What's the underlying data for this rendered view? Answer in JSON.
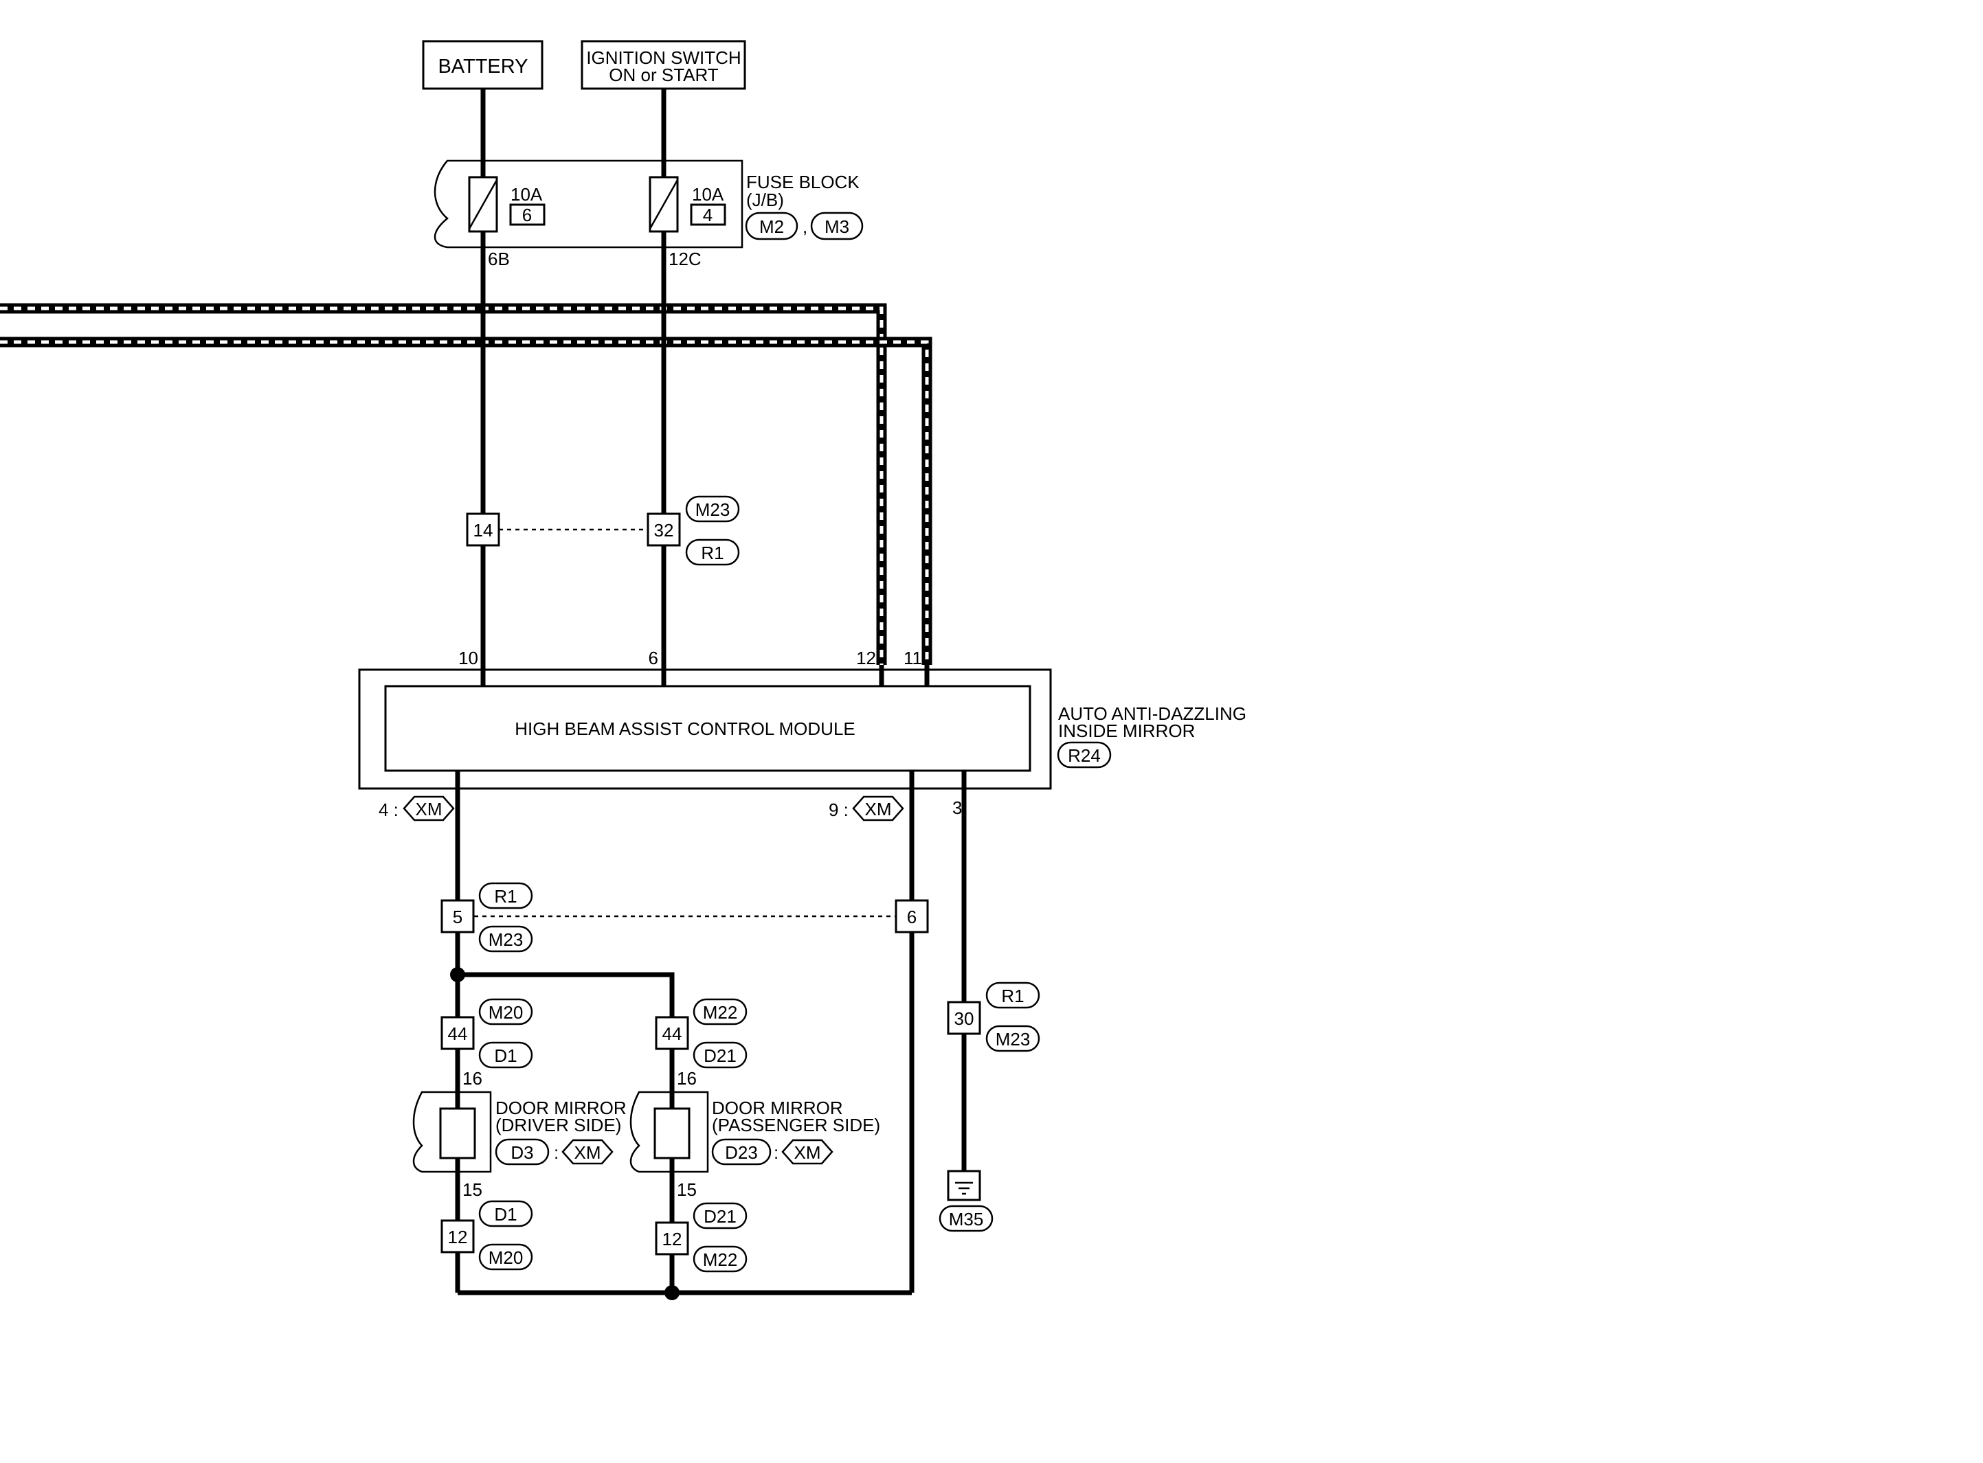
{
  "power": {
    "battery": "BATTERY",
    "ignition_line1": "IGNITION SWITCH",
    "ignition_line2": "ON or START"
  },
  "fuse_block": {
    "title": "FUSE BLOCK",
    "sub": "(J/B)",
    "fuse1_rating": "10A",
    "fuse1_no": "6",
    "fuse2_rating": "10A",
    "fuse2_no": "4",
    "conn1": "M2",
    "sep": ",",
    "conn2": "M3",
    "term1": "6B",
    "term2": "12C"
  },
  "joint_upper": {
    "pin_a": "14",
    "pin_b": "32",
    "conn_top": "M23",
    "conn_bottom": "R1"
  },
  "module": {
    "name": "HIGH BEAM ASSIST CONTROL MODULE",
    "label_line1": "AUTO ANTI-DAZZLING",
    "label_line2": "INSIDE MIRROR",
    "connector": "R24",
    "pin_top_1": "10",
    "pin_top_2": "6",
    "pin_top_3": "12",
    "pin_top_4": "11",
    "pin_bottom_1": "4 :",
    "pin_bottom_2": "9 :",
    "pin_bottom_3": "3",
    "variant": "XM"
  },
  "joint_lower": {
    "pin_a": "5",
    "pin_b": "6",
    "conn_top": "R1",
    "conn_bottom": "M23"
  },
  "ground": {
    "pin": "30",
    "conn_top": "R1",
    "conn_bottom": "M23",
    "ground_conn": "M35"
  },
  "driver_mirror": {
    "pin_top": "44",
    "conn_top_a": "M20",
    "conn_top_b": "D1",
    "term_in": "16",
    "term_out": "15",
    "name_line1": "DOOR MIRROR",
    "name_line2": "(DRIVER SIDE)",
    "conn": "D3",
    "sep": ":",
    "variant": "XM",
    "pin_bottom": "12",
    "conn_bottom_a": "D1",
    "conn_bottom_b": "M20"
  },
  "passenger_mirror": {
    "pin_top": "44",
    "conn_top_a": "M22",
    "conn_top_b": "D21",
    "term_in": "16",
    "term_out": "15",
    "name_line1": "DOOR MIRROR",
    "name_line2": "(PASSENGER SIDE)",
    "conn": "D23",
    "sep": ":",
    "variant": "XM",
    "pin_bottom": "12",
    "conn_bottom_a": "D21",
    "conn_bottom_b": "M22"
  }
}
